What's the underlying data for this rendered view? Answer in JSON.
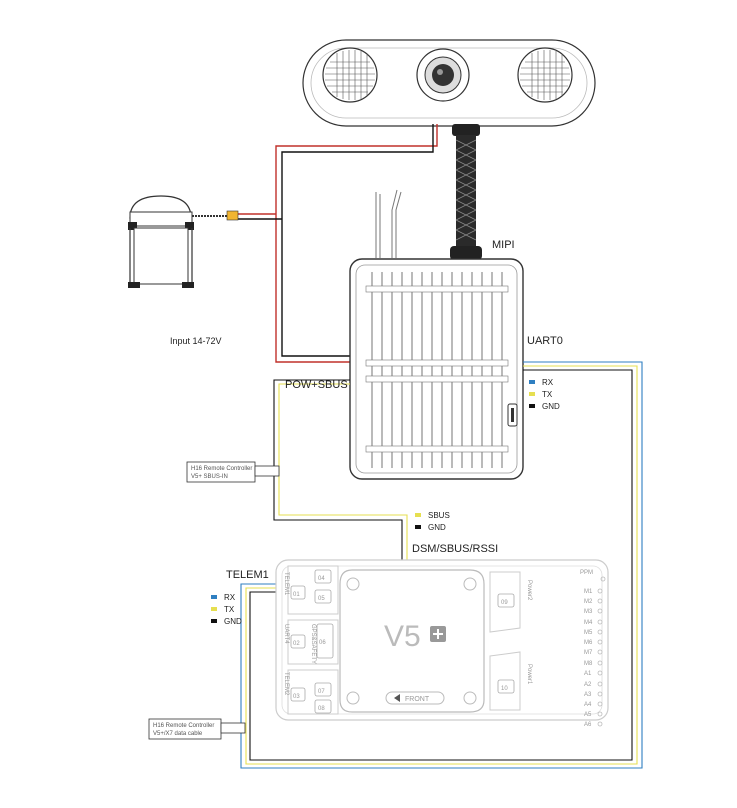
{
  "labels": {
    "mipi": "MIPI",
    "input": "Input 14-72V",
    "uart0": "UART0",
    "pow_sbus": "POW+SBUS",
    "dsm": "DSM/SBUS/RSSI",
    "telem1": "TELEM1"
  },
  "uart_legend": [
    {
      "label": "RX",
      "color": "#2f7fc1"
    },
    {
      "label": "TX",
      "color": "#e6df50"
    },
    {
      "label": "GND",
      "color": "#111111"
    }
  ],
  "sbus_legend": [
    {
      "label": "SBUS",
      "color": "#e6df50"
    },
    {
      "label": "GND",
      "color": "#111111"
    }
  ],
  "telem_legend": [
    {
      "label": "RX",
      "color": "#2f7fc1"
    },
    {
      "label": "TX",
      "color": "#e6df50"
    },
    {
      "label": "GND",
      "color": "#111111"
    }
  ],
  "rc_box1": {
    "line1": "H16 Remote Controller",
    "line2": "V5+ SBUS-IN"
  },
  "rc_box2": {
    "line1": "H16 Remote Controller",
    "line2": "V5+/X7 data cable"
  },
  "fc": {
    "logo": "V5",
    "front": "FRONT",
    "ppm": "PPM",
    "outputs": [
      "M1",
      "M2",
      "M3",
      "M4",
      "M5",
      "M6",
      "M7",
      "M8",
      "A1",
      "A2",
      "A3",
      "A4",
      "A5",
      "A6"
    ],
    "ports": {
      "power2": "Power2",
      "power1": "Power1",
      "telem1": "TELEM1",
      "telem2": "TELEM2",
      "gps_safety": "GPS&SAFETY",
      "uart4": "UART4"
    },
    "connectors": [
      "04",
      "05",
      "01",
      "02",
      "06",
      "03",
      "07",
      "08",
      "09",
      "10"
    ]
  }
}
